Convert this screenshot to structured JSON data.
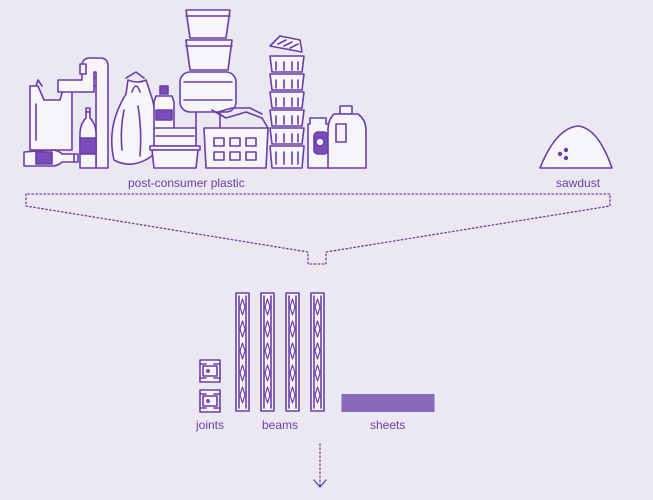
{
  "labels": {
    "plastic": "post-consumer plastic",
    "sawdust": "sawdust",
    "joints": "joints",
    "beams": "beams",
    "sheets": "sheets"
  },
  "colors": {
    "stroke": "#6a3ea8",
    "fill_dark": "#7b4dbb",
    "background": "#ebe8f2",
    "item_fill": "#f7f5fa"
  }
}
